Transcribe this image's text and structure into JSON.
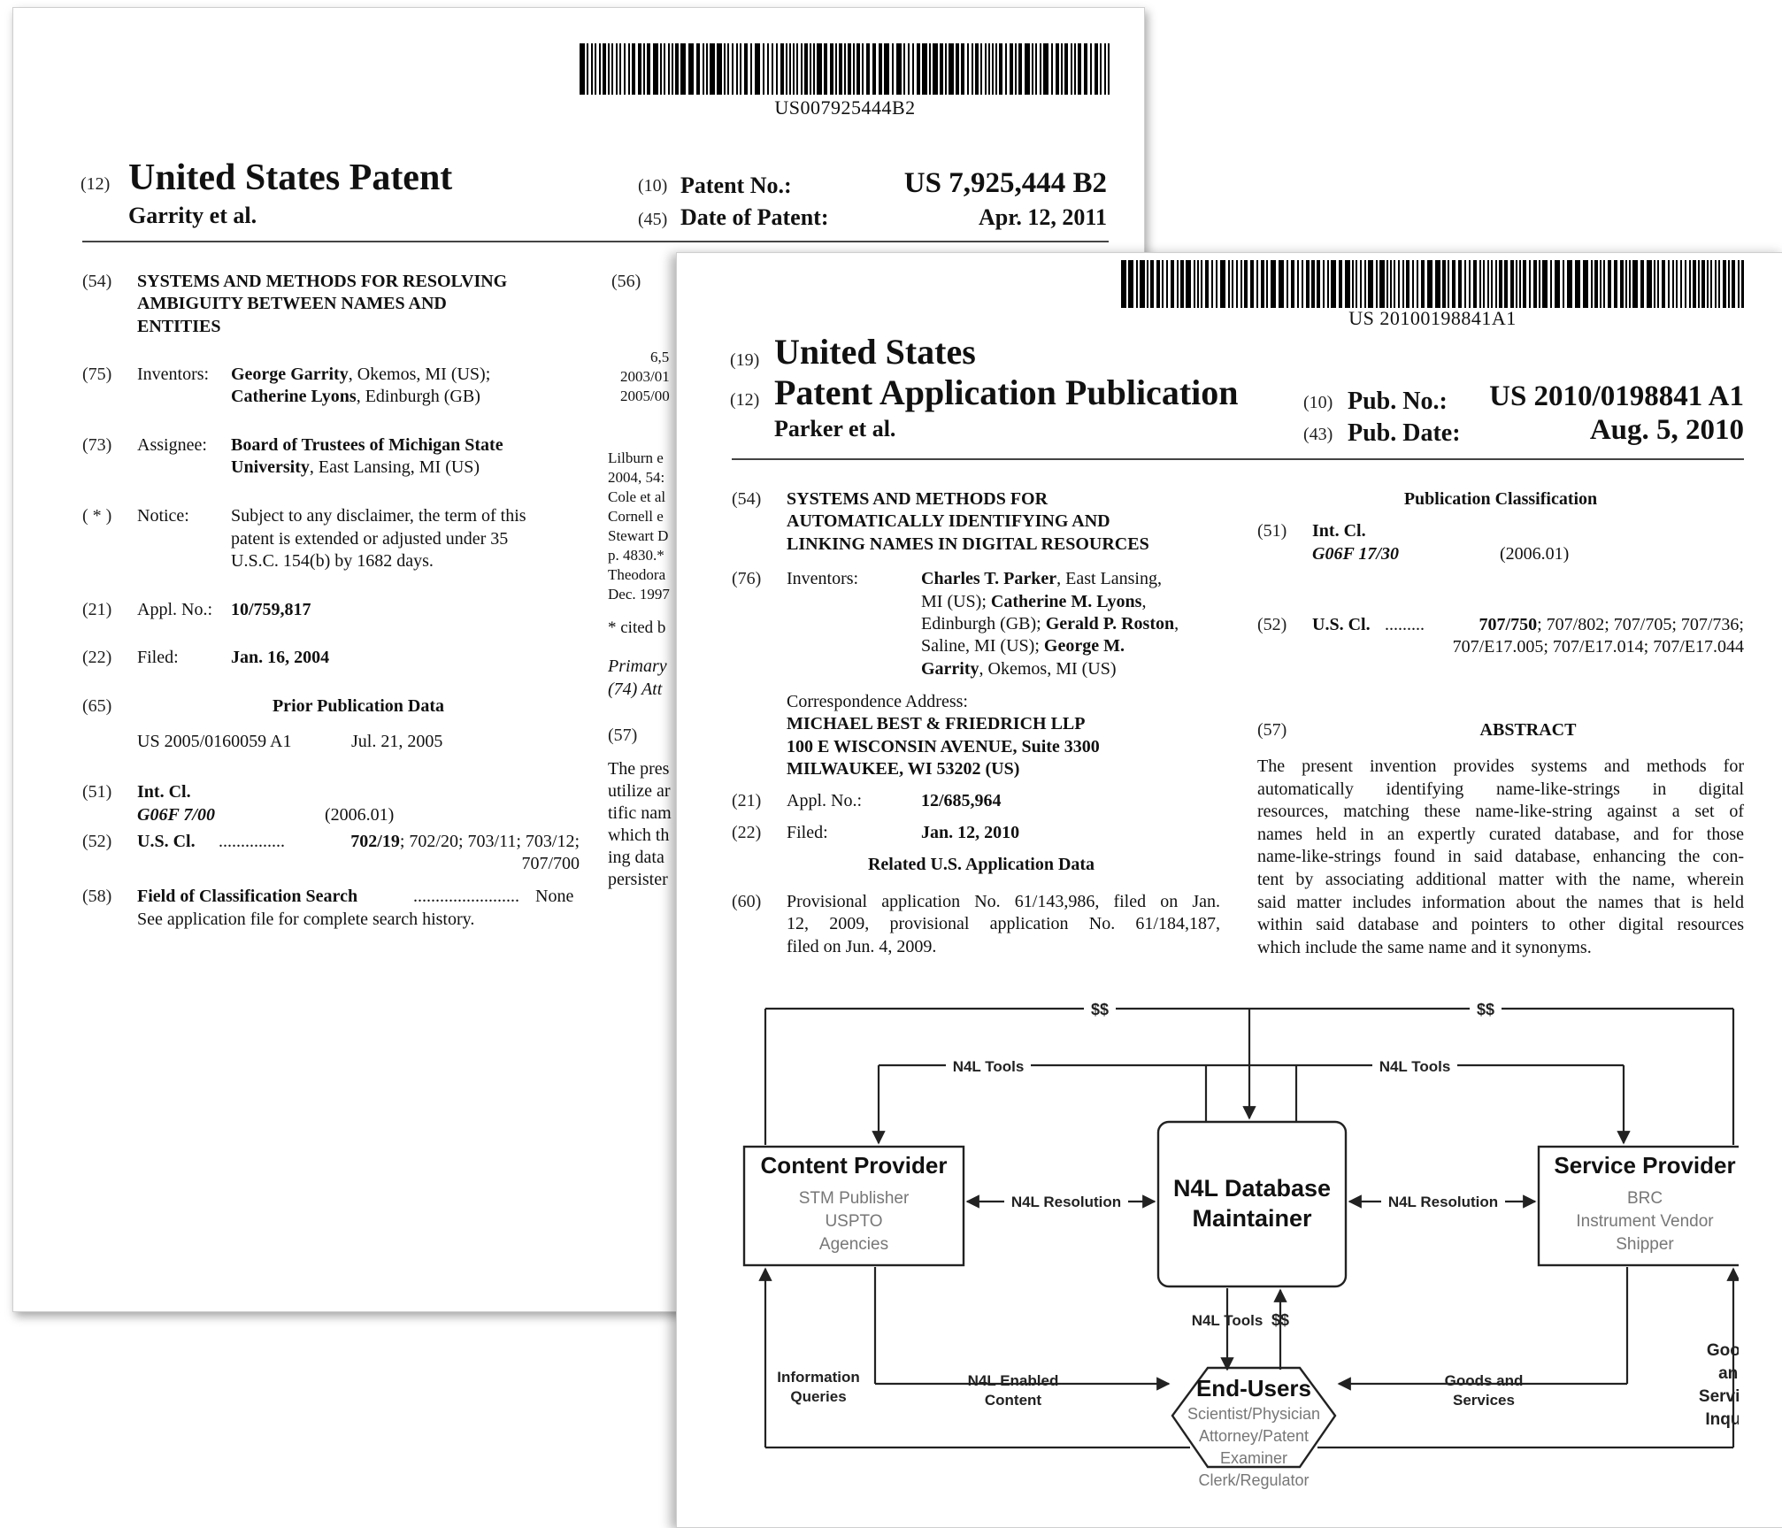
{
  "back": {
    "barcode_text": "US007925444B2",
    "c12": "(12)",
    "doc_type": "United States Patent",
    "authors": "Garrity et al.",
    "c10": "(10)",
    "patent_no_label": "Patent No.:",
    "patent_no": "US 7,925,444 B2",
    "c45": "(45)",
    "date_label": "Date of Patent:",
    "date": "Apr. 12, 2011",
    "f54_code": "(54)",
    "f54_lines": [
      "SYSTEMS AND METHODS FOR RESOLVING",
      "AMBIGUITY BETWEEN NAMES AND",
      "ENTITIES"
    ],
    "f56_code": "(56)",
    "f75_code": "(75)",
    "f75_label": "Inventors:",
    "f75_l1_name": "George Garrity",
    "f75_l1_rest": ", Okemos, MI (US);",
    "f75_l2_name": "Catherine Lyons",
    "f75_l2_rest": ", Edinburgh (GB)",
    "f73_code": "(73)",
    "f73_label": "Assignee:",
    "f73_l1": "Board of Trustees of Michigan State",
    "f73_l2_name": "University",
    "f73_l2_rest": ", East Lansing, MI (US)",
    "notice_code": "( * )",
    "notice_label": "Notice:",
    "notice_lines": [
      "Subject to any disclaimer, the term of this",
      "patent is extended or adjusted under 35",
      "U.S.C. 154(b) by 1682 days."
    ],
    "f21_code": "(21)",
    "f21_label": "Appl. No.:",
    "f21_value": "10/759,817",
    "f22_code": "(22)",
    "f22_label": "Filed:",
    "f22_value": "Jan. 16, 2004",
    "f65_code": "(65)",
    "f65_title": "Prior Publication Data",
    "f65_pub": "US 2005/0160059 A1",
    "f65_date": "Jul. 21, 2005",
    "f51_code": "(51)",
    "f51_label": "Int. Cl.",
    "f51_class": "G06F 7/00",
    "f51_year": "(2006.01)",
    "f52_code": "(52)",
    "f52_label": "U.S. Cl.",
    "f52_dots": "...............",
    "f52_main": "702/19",
    "f52_rest1": "; 702/20; 703/11; 703/12;",
    "f52_rest2": "707/700",
    "f58_code": "(58)",
    "f58_label": "Field of Classification Search",
    "f58_dots": "........................",
    "f58_value": "None",
    "f58_note": "See application file for complete search history.",
    "col2_frag": [
      "6,5",
      "2003/01",
      "2005/00",
      "Lilburn e",
      "2004, 54:",
      "Cole et al",
      "Cornell e",
      "Stewart D",
      "p. 4830.*",
      "Theodora",
      "Dec. 1997",
      "* cited b",
      "Primary",
      "(74) Att",
      "(57)",
      "The pres",
      "utilize ar",
      "tific nam",
      "which th",
      "ing data",
      "persister"
    ]
  },
  "front": {
    "barcode_text": "US 20100198841A1",
    "c19": "(19)",
    "country": "United States",
    "c12": "(12)",
    "doc_type": "Patent Application Publication",
    "authors": "Parker et al.",
    "c10": "(10)",
    "pub_no_label": "Pub. No.:",
    "pub_no": "US 2010/0198841 A1",
    "c43": "(43)",
    "pub_date_label": "Pub. Date:",
    "pub_date": "Aug. 5, 2010",
    "f54_code": "(54)",
    "f54_lines": [
      "SYSTEMS AND METHODS FOR",
      "AUTOMATICALLY IDENTIFYING AND",
      "LINKING NAMES IN DIGITAL RESOURCES"
    ],
    "f76_code": "(76)",
    "f76_label": "Inventors:",
    "inv_l1_name": "Charles T. Parker",
    "inv_l1_rest": ", East Lansing,",
    "inv_l2_a": "MI (US); ",
    "inv_l2_name": "Catherine M. Lyons",
    "inv_l2_rest": ",",
    "inv_l3_a": "Edinburgh (GB); ",
    "inv_l3_name": "Gerald P. Roston",
    "inv_l3_rest": ",",
    "inv_l4_a": "Saline, MI (US); ",
    "inv_l4_name": "George M.",
    "inv_l5_name": "Garrity",
    "inv_l5_rest": ", Okemos, MI (US)",
    "corr_label": "Correspondence Address:",
    "corr_lines": [
      "MICHAEL BEST & FRIEDRICH LLP",
      "100 E WISCONSIN AVENUE, Suite 3300",
      "MILWAUKEE, WI 53202 (US)"
    ],
    "f21_code": "(21)",
    "f21_label": "Appl. No.:",
    "f21_value": "12/685,964",
    "f22_code": "(22)",
    "f22_label": "Filed:",
    "f22_value": "Jan. 12, 2010",
    "related_title": "Related U.S. Application Data",
    "f60_code": "(60)",
    "f60_lines": [
      "Provisional application No. 61/143,986, filed on Jan.",
      "12, 2009, provisional application No. 61/184,187,",
      "filed on Jun. 4, 2009."
    ],
    "pubclass_title": "Publication Classification",
    "f51_code": "(51)",
    "f51_label": "Int. Cl.",
    "f51_class": "G06F 17/30",
    "f51_year": "(2006.01)",
    "f52_code": "(52)",
    "f52_label": "U.S. Cl.",
    "f52_dots": ".........",
    "f52_main": "707/750",
    "f52_rest1": "; 707/802; 707/705; 707/736;",
    "f52_rest2": "707/E17.005; 707/E17.014; 707/E17.044",
    "f57_code": "(57)",
    "abstract_title": "ABSTRACT",
    "abstract_lines": [
      "The present invention provides systems and methods for",
      "automatically identifying name-like-strings in digital",
      "resources, matching these name-like-string against a set of",
      "names held in an expertly curated database, and for those",
      "name-like-strings found in said database, enhancing the con-",
      "tent by associating additional matter with the name, wherein",
      "said matter includes information about the names that is held",
      "within said database and pointers to other digital resources",
      "which include the same name and it synonyms."
    ]
  },
  "diagram": {
    "money_left": "$$",
    "money_right": "$$",
    "tools_left": "N4L Tools",
    "tools_right": "N4L Tools",
    "content_provider": {
      "title": "Content Provider",
      "lines": [
        "STM Publisher",
        "USPTO",
        "Agencies"
      ]
    },
    "service_provider": {
      "title": "Service Provider",
      "lines": [
        "BRC",
        "Instrument Vendor",
        "Shipper"
      ]
    },
    "db_lines": [
      "N4L Database",
      "Maintainer"
    ],
    "resolution_left": "N4L Resolution",
    "resolution_right": "N4L Resolution",
    "tools_down": "N4L Tools",
    "money_up": "$$",
    "end_users": {
      "title": "End-Users",
      "lines": [
        "Scientist/Physician",
        "Attorney/Patent",
        "Examiner",
        "Clerk/Regulator"
      ]
    },
    "info_queries": [
      "Information",
      "Queries"
    ],
    "enabled_content": [
      "N4L Enabled",
      "Content"
    ],
    "goods_services": [
      "Goods and",
      "Services"
    ],
    "goods_inquiry": [
      "Goods",
      "and",
      "Services",
      "Inquiry"
    ]
  }
}
